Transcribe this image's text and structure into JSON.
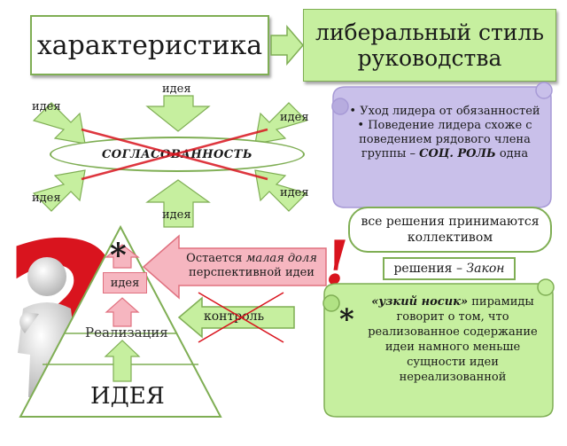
{
  "title": "характеристика",
  "style_title": "либеральный стиль руководства",
  "center_label": "СОГЛАСОВАННОСТЬ",
  "idea_labels": [
    "идея",
    "идея",
    "идея",
    "идея",
    "идея",
    "идея"
  ],
  "scroll_items": [
    "Уход лидера от обязанностей",
    "Поведение лидера схоже с поведением рядового члена группы –"
  ],
  "scroll_emph": "СОЦ. РОЛЬ",
  "scroll_tail": "одна",
  "decisions": "все решения принимаются коллективом",
  "law_prefix": "решения –",
  "law_emph": "Закон",
  "remains": {
    "prefix": "Остается",
    "emph": "малая доля",
    "suffix": "перспективной идеи"
  },
  "control": "контроль",
  "pyramid": {
    "top": "идея",
    "middle": "Реализация",
    "bottom": "ИДЕЯ"
  },
  "asterisk": "*",
  "exclamation": "!",
  "question": "?",
  "note": {
    "emph": "«узкий носик»",
    "text": "пирамиды говорит о том, что реализованное содержание идеи намного меньше сущности идеи нереализованной"
  },
  "colors": {
    "green_light": "#c6ef9f",
    "green_border": "#7fae54",
    "purple": "#c9c0ea",
    "pink": "#f6b6c0",
    "pink_border": "#e0707f",
    "red": "#d9141e"
  }
}
